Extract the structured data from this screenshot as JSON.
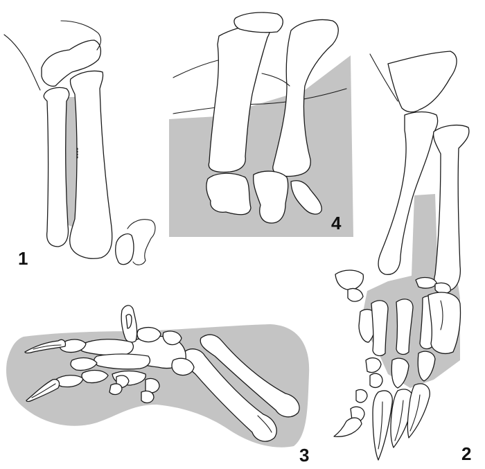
{
  "panels": [
    {
      "label": "1"
    },
    {
      "label": "2"
    },
    {
      "label": "3"
    },
    {
      "label": "4"
    }
  ],
  "colors": {
    "matrix": "#c4c4c4",
    "outline": "#1a1a1a",
    "bone": "#ffffff"
  }
}
